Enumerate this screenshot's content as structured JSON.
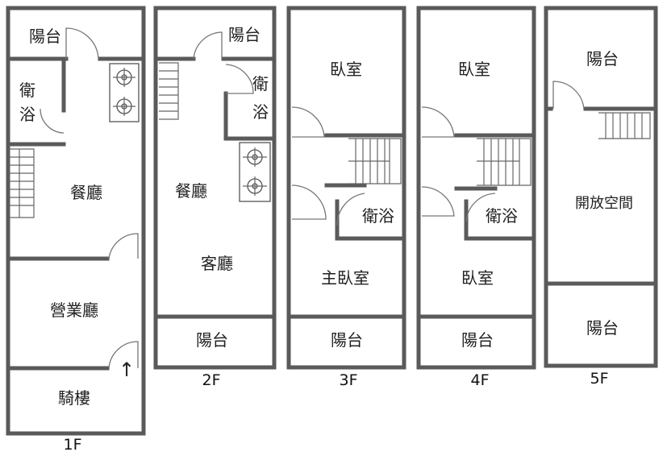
{
  "floors": {
    "f1": {
      "label": "1F",
      "balcony": "陽台",
      "bathroom": [
        "衛",
        "浴"
      ],
      "dining": "餐廳",
      "business_hall": "營業廳",
      "arcade": "騎樓",
      "entrance_arrow": "↑"
    },
    "f2": {
      "label": "2F",
      "balcony_top": "陽台",
      "bathroom": [
        "衛",
        "浴"
      ],
      "dining": "餐廳",
      "living": "客廳",
      "balcony_bottom": "陽台"
    },
    "f3": {
      "label": "3F",
      "bedroom": "臥室",
      "bathroom": "衛浴",
      "master_bedroom": "主臥室",
      "balcony": "陽台"
    },
    "f4": {
      "label": "4F",
      "bedroom_top": "臥室",
      "bathroom": "衛浴",
      "bedroom_bottom": "臥室",
      "balcony": "陽台"
    },
    "f5": {
      "label": "5F",
      "balcony_top": "陽台",
      "open_space": "開放空間",
      "balcony_bottom": "陽台"
    }
  }
}
